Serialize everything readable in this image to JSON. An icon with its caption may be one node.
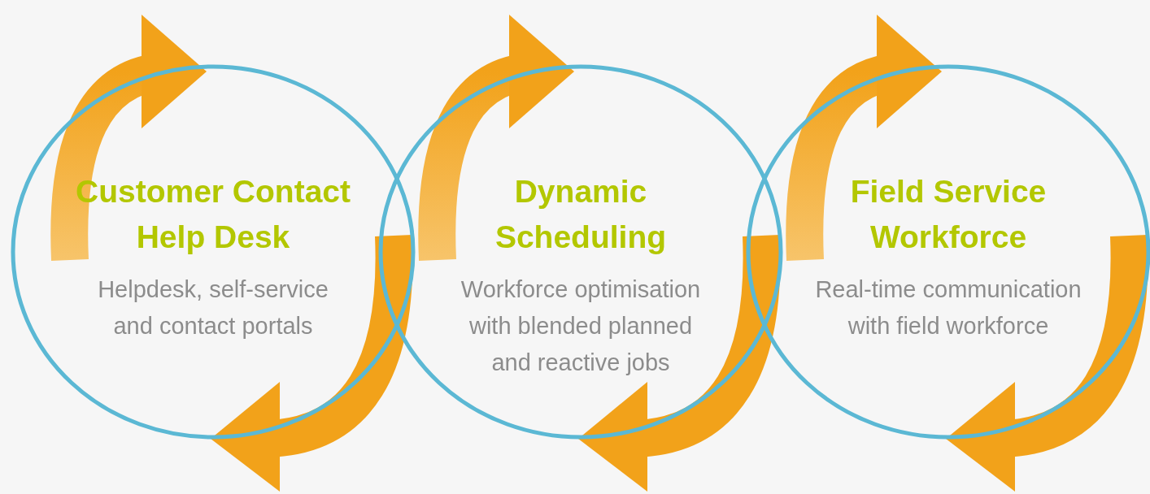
{
  "diagram": {
    "nodes": [
      {
        "text": [
          "Customer Contact Help Desk",
          "Helpdesk, self-service and contact portals"
        ]
      },
      {
        "text": [
          "Dynamic Scheduling",
          "Workforce optimisation with blended planned and reactive jobs"
        ]
      },
      {
        "text": [
          "Field Service Workforce",
          "Real-time communication with field workforce"
        ]
      }
    ]
  }
}
